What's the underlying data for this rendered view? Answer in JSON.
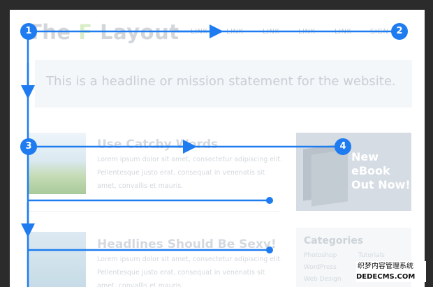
{
  "site": {
    "logo_main": "The ",
    "logo_f": "F",
    "logo_rest": " Layout",
    "nav": [
      "LINK",
      "LINK",
      "LINK",
      "LINK",
      "LINK",
      "SIGN"
    ],
    "headline": "This is a headline or mission statement for the website."
  },
  "posts": [
    {
      "title": "Use Catchy Words",
      "body": "Lorem ipsum dolor sit amet, consectetur adipiscing elit. Pellentesque justo erat, consequat in venenatis sit amet, convallis et mauris."
    },
    {
      "title": "Headlines Should Be Sexy!",
      "body": "Lorem ipsum dolor sit amet, consectetur adipiscing elit. Pellentesque justo erat, consequat in venenatis sit amet, convallis et mauris."
    }
  ],
  "ebook": {
    "line1": "New",
    "line2": "eBook",
    "line3": "Out Now!"
  },
  "sidebar": {
    "title": "Categories",
    "col1": [
      "Photoshop",
      "WordPress",
      "Web Design"
    ],
    "col2": [
      "Tutorials"
    ]
  },
  "annotations": [
    "1",
    "2",
    "3",
    "4"
  ],
  "watermark": {
    "line1": "织梦内容管理系统",
    "line2": "DEDECMS.COM"
  },
  "colors": {
    "accent": "#1e7cf0",
    "background": "#2b2b2b"
  }
}
